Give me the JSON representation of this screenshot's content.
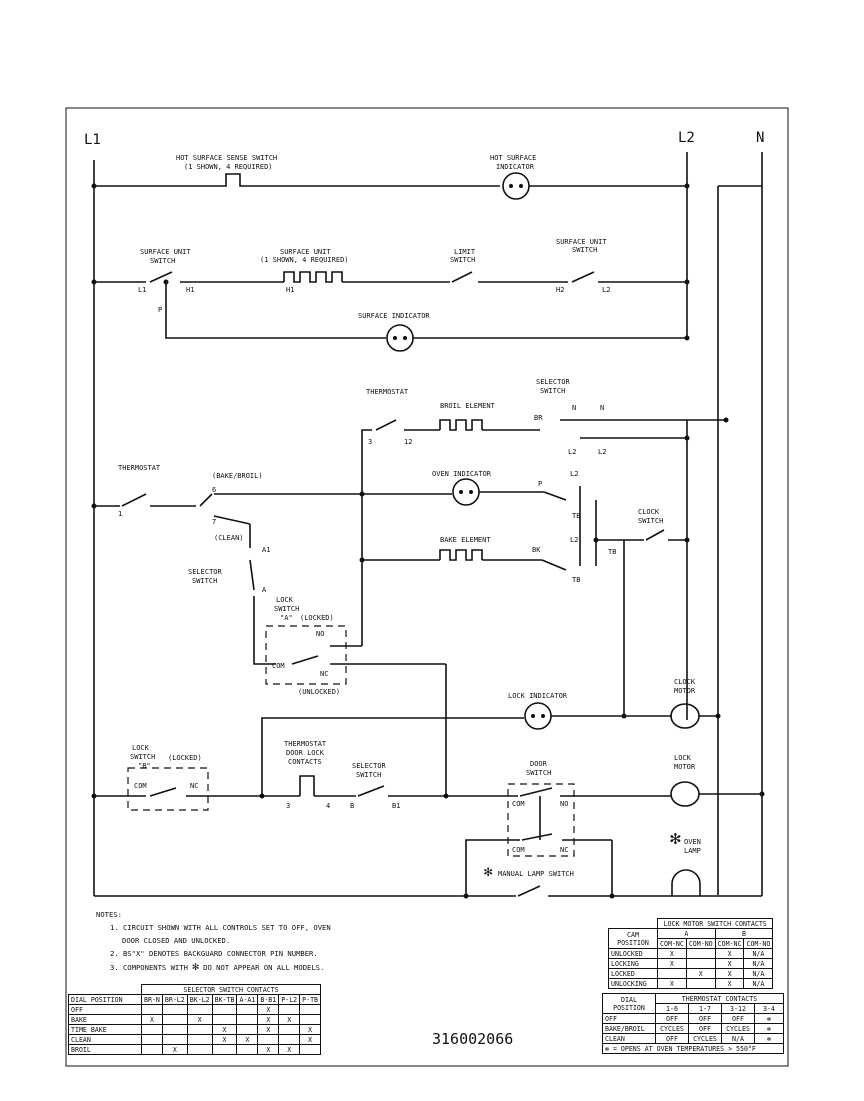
{
  "lines": {
    "l1": "L1",
    "l2": "L2",
    "n": "N"
  },
  "labels": {
    "hot_surface_sense_switch": "HOT SURFACE SENSE SWITCH",
    "hot_surface_sense_note": "(1 SHOWN, 4 REQUIRED)",
    "hot_surface_indicator_1": "HOT SURFACE",
    "hot_surface_indicator_2": "INDICATOR",
    "surface_unit_switch_left_1": "SURFACE UNIT",
    "surface_unit_switch_left_2": "SWITCH",
    "surface_unit": "SURFACE UNIT",
    "surface_unit_note": "(1 SHOWN, 4 REQUIRED)",
    "limit_switch_1": "LIMIT",
    "limit_switch_2": "SWITCH",
    "surface_unit_switch_right_1": "SURFACE UNIT",
    "surface_unit_switch_right_2": "SWITCH",
    "l1_term": "L1",
    "h1_term": "H1",
    "h1_term_b": "H1",
    "h2_term": "H2",
    "l2_term": "L2",
    "p_term": "P",
    "surface_indicator": "SURFACE INDICATOR",
    "thermostat_top": "THERMOSTAT",
    "broil_element": "BROIL ELEMENT",
    "selector_switch_top_1": "SELECTOR",
    "selector_switch_top_2": "SWITCH",
    "t3": "3",
    "t12": "12",
    "br": "BR",
    "n_a": "N",
    "n_b": "N",
    "l2_a": "L2",
    "l2_b": "L2",
    "thermostat_left": "THERMOSTAT",
    "bake_broil": "(BAKE/BROIL)",
    "t6": "6",
    "t1": "1",
    "t7": "7",
    "oven_indicator": "OVEN INDICATOR",
    "p_oven": "P",
    "l2_c": "L2",
    "tb_a": "TB",
    "clock_switch_1": "CLOCK",
    "clock_switch_2": "SWITCH",
    "clean": "(CLEAN)",
    "a1": "A1",
    "bake_element": "BAKE ELEMENT",
    "bk": "BK",
    "l2_d": "L2",
    "tb_b": "TB",
    "tb_c": "TB",
    "selector_switch_mid_1": "SELECTOR",
    "selector_switch_mid_2": "SWITCH",
    "a": "A",
    "lock_switch_a_1": "LOCK",
    "lock_switch_a_2": "SWITCH",
    "lock_switch_a_3": "\"A\"",
    "locked_a": "(LOCKED)",
    "no_a": "NO",
    "com_a": "COM",
    "nc_a": "NC",
    "unlocked": "(UNLOCKED)",
    "lock_indicator": "LOCK INDICATOR",
    "clock_motor_1": "CLOCK",
    "clock_motor_2": "MOTOR",
    "lock_switch_b_1": "LOCK",
    "lock_switch_b_2": "SWITCH",
    "lock_switch_b_3": "\"B\"",
    "locked_b": "(LOCKED)",
    "com_b": "COM",
    "nc_b": "NC",
    "tdl_1": "THERMOSTAT",
    "tdl_2": "DOOR LOCK",
    "tdl_3": "CONTACTS",
    "t3b": "3",
    "t4": "4",
    "selector_switch_low_1": "SELECTOR",
    "selector_switch_low_2": "SWITCH",
    "b": "B",
    "b1": "B1",
    "door_switch_1": "DOOR",
    "door_switch_2": "SWITCH",
    "com_d1": "COM",
    "no_d": "NO",
    "com_d2": "COM",
    "nc_d": "NC",
    "lock_motor_1": "LOCK",
    "lock_motor_2": "MOTOR",
    "oven_lamp_1": "OVEN",
    "oven_lamp_2": "LAMP",
    "manual_lamp_switch": "MANUAL LAMP SWITCH",
    "star": "✻"
  },
  "notes": {
    "title": "NOTES:",
    "n1a": "1. CIRCUIT SHOWN WITH ALL CONTROLS SET TO OFF, OVEN",
    "n1b": "DOOR CLOSED AND UNLOCKED.",
    "n2": "2. BS\"X\" DENOTES BACKGUARD CONNECTOR PIN NUMBER.",
    "n3a": "3. COMPONENTS WITH",
    "n3b": "DO NOT APPEAR ON ALL MODELS."
  },
  "part_number": "316002066",
  "selector_table": {
    "title": "SELECTOR SWITCH CONTACTS",
    "corner": "DIAL POSITION",
    "columns": [
      "BR-N",
      "BR-L2",
      "BK-L2",
      "BK-TB",
      "A-A1",
      "B-B1",
      "P-L2",
      "P-TB"
    ],
    "rows": [
      {
        "label": "OFF",
        "cells": [
          "",
          "",
          "",
          "",
          "",
          "X",
          "",
          ""
        ]
      },
      {
        "label": "BAKE",
        "cells": [
          "X",
          "",
          "X",
          "",
          "",
          "X",
          "X",
          ""
        ]
      },
      {
        "label": "TIME BAKE",
        "cells": [
          "",
          "",
          "",
          "X",
          "",
          "X",
          "",
          "X"
        ]
      },
      {
        "label": "CLEAN",
        "cells": [
          "",
          "",
          "",
          "X",
          "X",
          "",
          "",
          "X"
        ]
      },
      {
        "label": "BROIL",
        "cells": [
          "",
          "X",
          "",
          "",
          "",
          "X",
          "X",
          ""
        ]
      }
    ]
  },
  "lock_motor_table": {
    "title": "LOCK MOTOR SWITCH CONTACTS",
    "corner1": "CAM",
    "corner2": "POSITION",
    "group_a": "A",
    "group_b": "B",
    "columns": [
      "COM-NC",
      "COM-NO",
      "COM-NC",
      "COM-NO"
    ],
    "rows": [
      {
        "label": "UNLOCKED",
        "cells": [
          "X",
          "",
          "X",
          "N/A"
        ]
      },
      {
        "label": "LOCKING",
        "cells": [
          "X",
          "",
          "X",
          "N/A"
        ]
      },
      {
        "label": "LOCKED",
        "cells": [
          "",
          "X",
          "X",
          "N/A"
        ]
      },
      {
        "label": "UNLOCKING",
        "cells": [
          "X",
          "",
          "X",
          "N/A"
        ]
      }
    ]
  },
  "thermostat_table": {
    "title": "THERMOSTAT CONTACTS",
    "corner1": "DIAL",
    "corner2": "POSITION",
    "columns": [
      "1-6",
      "1-7",
      "3-12",
      "3-4"
    ],
    "rows": [
      {
        "label": "OFF",
        "cells": [
          "OFF",
          "OFF",
          "OFF",
          "✻"
        ]
      },
      {
        "label": "BAKE/BROIL",
        "cells": [
          "CYCLES",
          "OFF",
          "CYCLES",
          "✻"
        ]
      },
      {
        "label": "CLEAN",
        "cells": [
          "OFF",
          "CYCLES",
          "N/A",
          "✻"
        ]
      }
    ],
    "footnote": "✻ = OPENS AT OVEN TEMPERATURES > 550°F"
  }
}
